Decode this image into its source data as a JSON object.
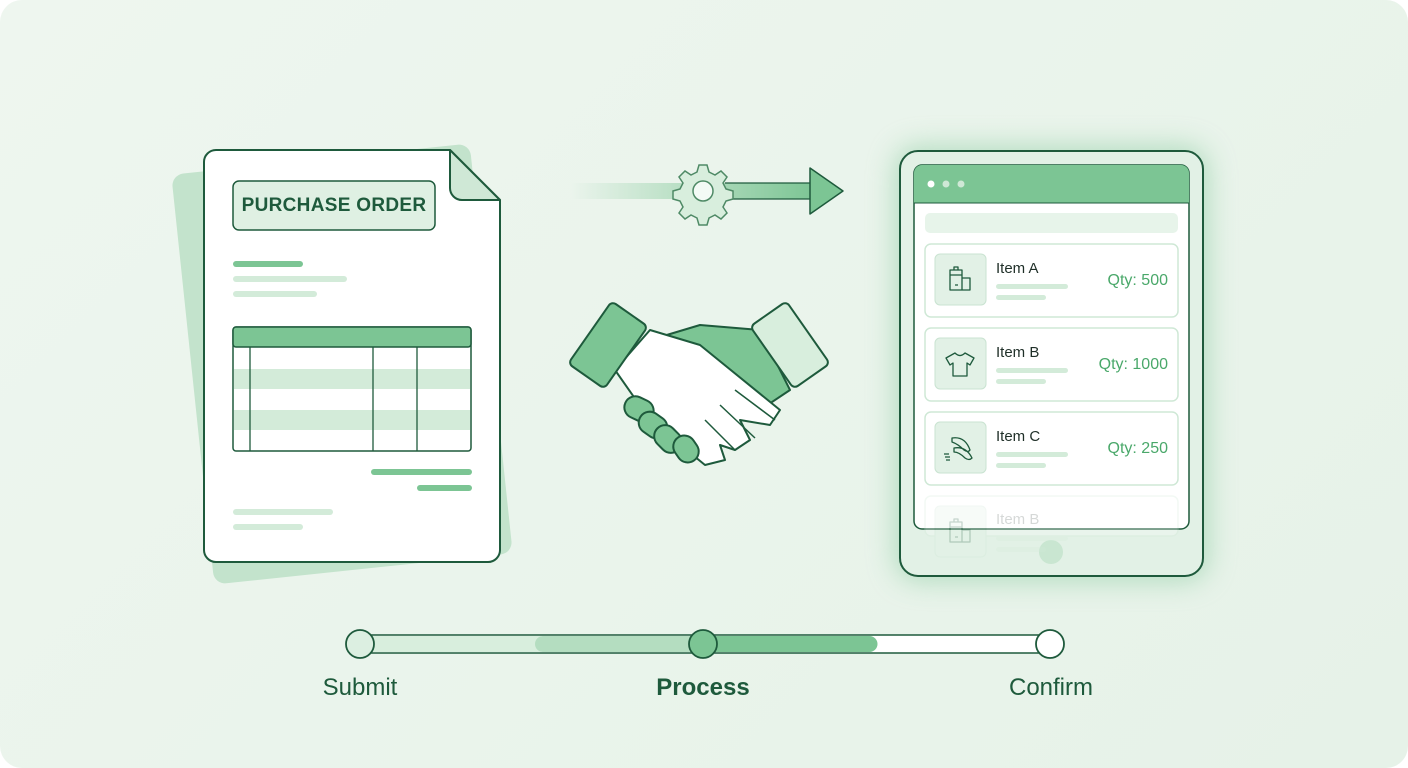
{
  "document": {
    "title": "PURCHASE ORDER"
  },
  "tablet": {
    "items": [
      {
        "name": "Item A",
        "qty": "Qty: 500",
        "icon": "package-icon"
      },
      {
        "name": "Item B",
        "qty": "Qty: 1000",
        "icon": "tshirt-icon"
      },
      {
        "name": "Item C",
        "qty": "Qty: 250",
        "icon": "insoles-icon"
      },
      {
        "name": "Item B",
        "icon": "package-icon"
      }
    ]
  },
  "progress": {
    "steps": [
      {
        "label": "Submit"
      },
      {
        "label": "Process",
        "active": true
      },
      {
        "label": "Confirm"
      }
    ],
    "fill_fraction": 0.75
  },
  "colors": {
    "accent": "#7cc594",
    "dark": "#1e5a3c",
    "background": "#eaf4ec"
  }
}
